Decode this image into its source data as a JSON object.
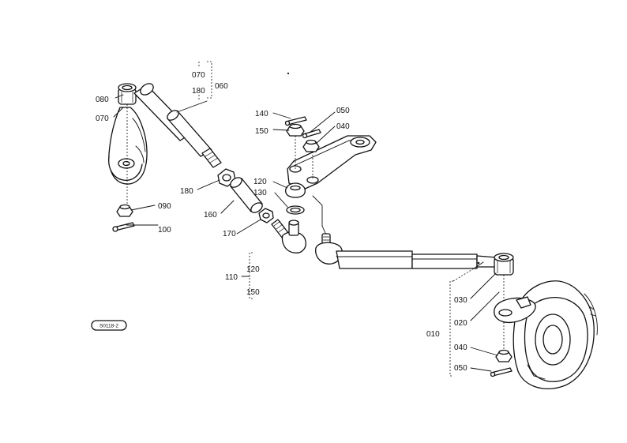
{
  "callouts": {
    "c070_top": "070",
    "c180_top": "180",
    "c060": "060",
    "c080": "080",
    "c070_left": "070",
    "c090": "090",
    "c100": "100",
    "c180_mid": "180",
    "c160": "160",
    "c170": "170",
    "c140": "140",
    "c150_top": "150",
    "c050_top": "050",
    "c040_top": "040",
    "c120_mid": "120",
    "c130": "130",
    "c110": "110",
    "c120_group": "120",
    "c150_group": "150",
    "c030": "030",
    "c020": "020",
    "c010": "010",
    "c040_bottom": "040",
    "c050_bottom": "050"
  },
  "figure_code": "S0118-2"
}
